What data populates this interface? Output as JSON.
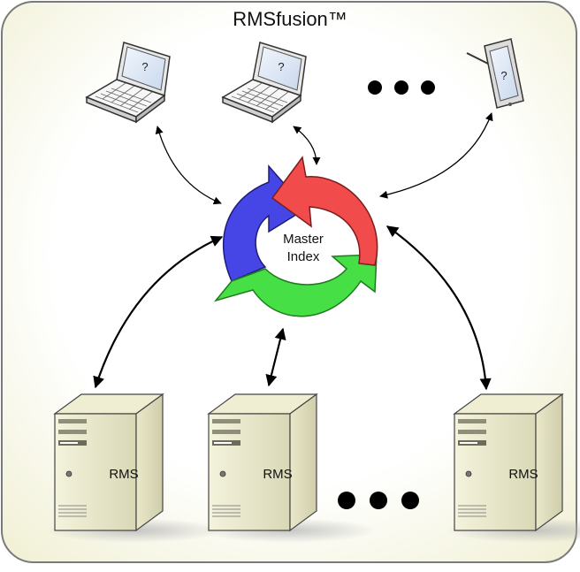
{
  "diagram": {
    "title": "RMSfusion™",
    "center_label_line1": "Master",
    "center_label_line2": "Index",
    "client_device_mark": "?",
    "server_label": "RMS",
    "clients": [
      {
        "type": "laptop",
        "icon": "laptop-icon"
      },
      {
        "type": "laptop",
        "icon": "laptop-icon"
      },
      {
        "type": "ellipsis",
        "icon": "ellipsis-icon"
      },
      {
        "type": "tablet",
        "icon": "tablet-icon"
      }
    ],
    "servers": [
      {
        "type": "server",
        "icon": "server-tower-icon"
      },
      {
        "type": "server",
        "icon": "server-tower-icon"
      },
      {
        "type": "ellipsis",
        "icon": "ellipsis-icon"
      },
      {
        "type": "server",
        "icon": "server-tower-icon"
      }
    ],
    "colors": {
      "frame_border": "#7a7a7a",
      "frame_fill_inner": "#ffffff",
      "frame_fill_outer": "#f2f1d6",
      "arrow_red": "#f24b4b",
      "arrow_green": "#46e046",
      "arrow_blue": "#4646e6",
      "server_body": "#e8e7c6",
      "laptop_screen": "#dde8f7"
    }
  }
}
